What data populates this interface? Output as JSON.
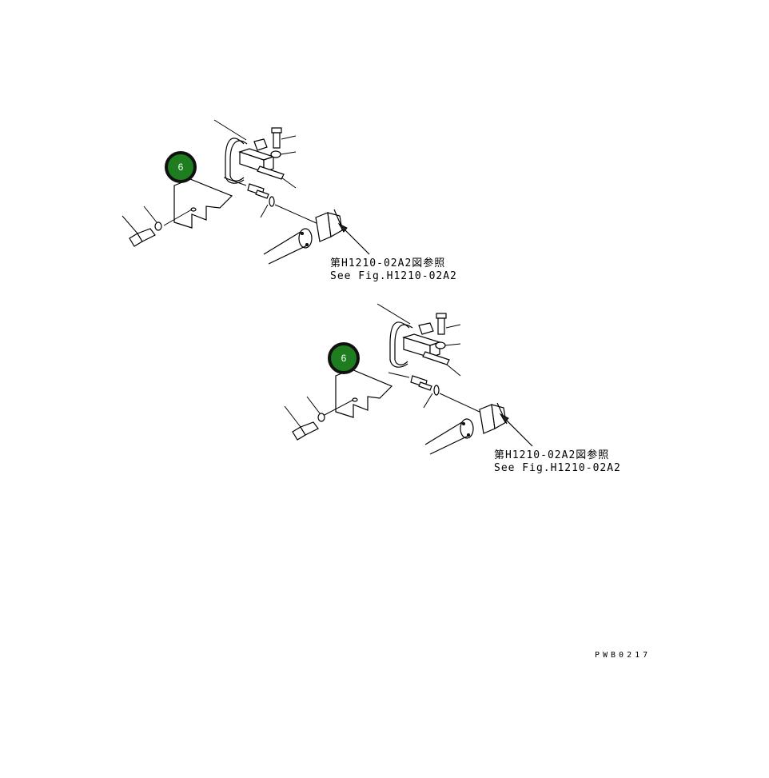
{
  "badges": [
    {
      "label": "6",
      "fill": "#1e7d1e",
      "ring": "#111111"
    },
    {
      "label": "6",
      "fill": "#1e7d1e",
      "ring": "#111111"
    }
  ],
  "callouts": [
    {
      "line1": "第H1210-02A2図参照",
      "line2": "See Fig.H1210-02A2"
    },
    {
      "line1": "第H1210-02A2図参照",
      "line2": "See Fig.H1210-02A2"
    }
  ],
  "drawing_code": "PWB0217"
}
